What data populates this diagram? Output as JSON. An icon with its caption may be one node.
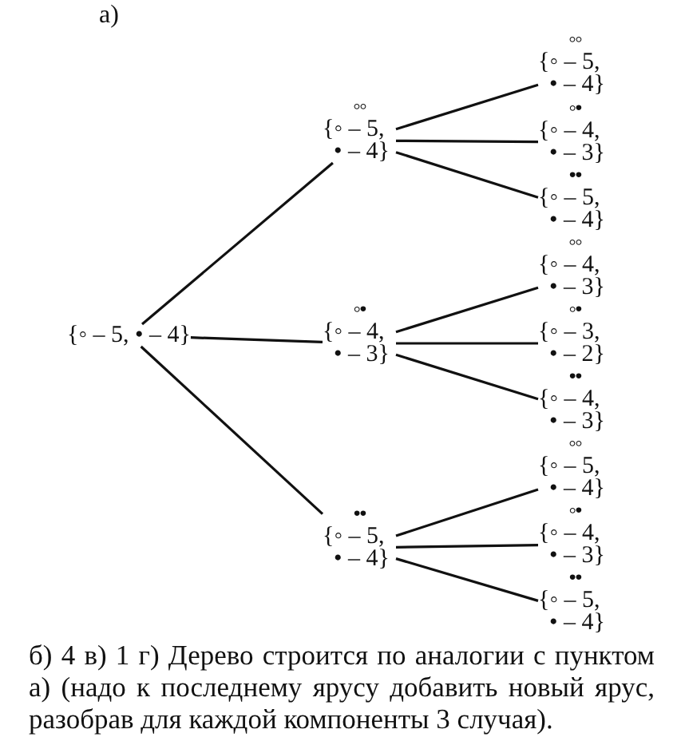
{
  "diagram": {
    "nodes": [
      {
        "text": [
          "{◦ – 5, • – 4}"
        ]
      },
      {
        "text": [
          "◦◦",
          "{◦ – 5, • – 4}"
        ]
      },
      {
        "text": [
          "◦◦",
          "{◦ – 5, • – 4}"
        ]
      },
      {
        "text": [
          "◦•",
          "{◦ – 4, • – 3}"
        ]
      },
      {
        "text": [
          "••",
          "{◦ – 5, • – 4}"
        ]
      },
      {
        "text": [
          "◦•",
          "{◦ – 4, • – 3}"
        ]
      },
      {
        "text": [
          "◦◦",
          "{◦ – 4, • – 3}"
        ]
      },
      {
        "text": [
          "◦•",
          "{◦ – 3, • – 2}"
        ]
      },
      {
        "text": [
          "••",
          "{◦ – 4, • – 3}"
        ]
      },
      {
        "text": [
          "••",
          "{◦ – 5, • – 4}"
        ]
      },
      {
        "text": [
          "◦◦",
          "{◦ – 5, • – 4}"
        ]
      },
      {
        "text": [
          "◦•",
          "{◦ – 4, • – 3}"
        ]
      },
      {
        "text": [
          "••",
          "{◦ – 5, • – 4}"
        ]
      }
    ],
    "edges": [
      {
        "from": 0,
        "to": 1,
        "arrow": "none"
      },
      {
        "from": 0,
        "to": 5,
        "arrow": "none"
      },
      {
        "from": 0,
        "to": 9,
        "arrow": "none"
      },
      {
        "from": 1,
        "to": 2,
        "arrow": "none"
      },
      {
        "from": 1,
        "to": 3,
        "arrow": "none"
      },
      {
        "from": 1,
        "to": 4,
        "arrow": "none"
      },
      {
        "from": 5,
        "to": 6,
        "arrow": "none"
      },
      {
        "from": 5,
        "to": 7,
        "arrow": "none"
      },
      {
        "from": 5,
        "to": 8,
        "arrow": "none"
      },
      {
        "from": 9,
        "to": 10,
        "arrow": "none"
      },
      {
        "from": 9,
        "to": 11,
        "arrow": "none"
      },
      {
        "from": 9,
        "to": 12,
        "arrow": "none"
      }
    ],
    "labels": [
      "а)",
      "б) 4 в) 1 г) Дерево строится по аналогии с пунктом а) (надо к последнему ярусу добавить новый ярус, разобрав для каждой компоненты 3 случая)."
    ]
  }
}
